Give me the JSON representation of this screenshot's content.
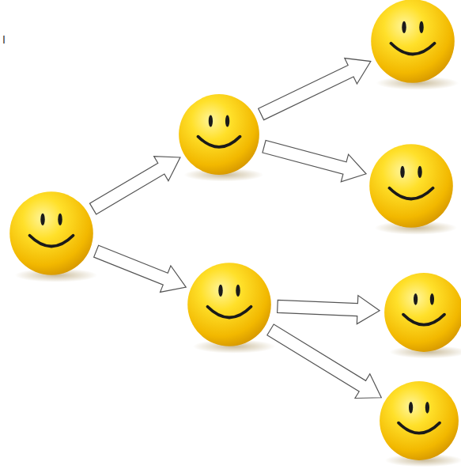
{
  "diagram": {
    "nodes": [
      {
        "text": []
      },
      {
        "text": []
      },
      {
        "text": []
      },
      {
        "text": []
      },
      {
        "text": []
      },
      {
        "text": []
      },
      {
        "text": []
      }
    ],
    "edges": [
      {
        "from": 0,
        "to": 1,
        "arrow": "to"
      },
      {
        "from": 0,
        "to": 2,
        "arrow": "to"
      },
      {
        "from": 1,
        "to": 3,
        "arrow": "to"
      },
      {
        "from": 1,
        "to": 4,
        "arrow": "to"
      },
      {
        "from": 2,
        "to": 5,
        "arrow": "to"
      },
      {
        "from": 2,
        "to": 6,
        "arrow": "to"
      }
    ],
    "labels": [
      "I"
    ]
  }
}
